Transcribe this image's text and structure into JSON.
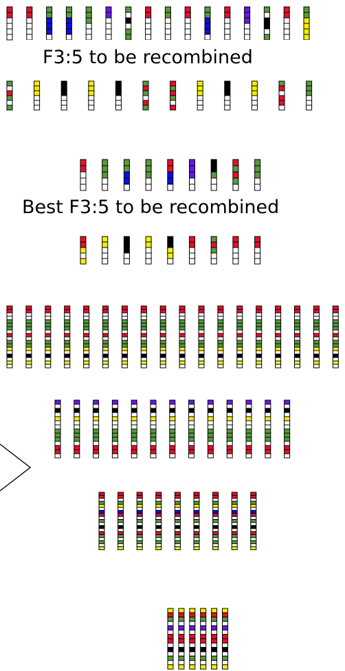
{
  "labels": {
    "f35": "F3:5 to be recombined",
    "best_f35": "Best F3:5 to be recombined"
  },
  "colors": {
    "red": "#e8102a",
    "green": "#5a9a3c",
    "blue": "#0a10e0",
    "yellow": "#f5ee00",
    "purple": "#6a18e8",
    "black": "#000000",
    "white": "#ffffff",
    "outline": "#000000"
  },
  "color_keys": {
    "R": "red",
    "G": "green",
    "B": "blue",
    "Y": "yellow",
    "P": "purple",
    "K": "black",
    "W": "white"
  },
  "groups": [
    {
      "name": "f35-top",
      "chromosomes": [
        [
          "RRWWWW",
          "RRWWWW",
          "GGBBBW",
          "GGBBBW",
          "GGGWWW",
          "PPWWWW",
          "GWKWGG",
          "RRWWWW",
          "GGWWWW",
          "RRWWWW",
          "GGBBBW",
          "RRWWWW",
          "PPPWWW",
          "GWKKWG",
          "RRWWWW",
          "GGYYYY"
        ]
      ]
    },
    {
      "name": "f35-bottom",
      "chromosomes": [
        [
          "GWRGWG",
          "YYYWWW",
          "KKKWWW",
          "YYYWWW",
          "KKKWWW",
          "GRGWRG",
          "RGRGWR",
          "YYYWWW",
          "KKKWWW",
          "YYYWWW",
          "GRWRRW",
          "GGGWWW"
        ]
      ]
    },
    {
      "name": "best-top",
      "chromosomes": [
        [
          "RRWWW",
          "GGGWW",
          "GGBBW",
          "GGGWW",
          "RRBBW",
          "PPPWW",
          "KKGWW",
          "RGRGW",
          "GGGWW"
        ]
      ]
    },
    {
      "name": "best-bottom",
      "chromosomes": [
        [
          "RRYWY",
          "YYWWW",
          "KKKWW",
          "YYWWW",
          "KKYYW",
          "RRWWW",
          "GRGWW",
          "RRWWW",
          "RRWWW"
        ]
      ]
    },
    {
      "name": "row-1",
      "chromosomes": [
        [
          "RRWWGGGWRWGGYWKWYW"
        ]
      ]
    },
    {
      "name": "row-2",
      "chromosomes": [
        [
          "PWKWYWWGGGWRRW"
        ]
      ]
    },
    {
      "name": "row-3",
      "chromosomes": [
        [
          "RRWGYWBRWGWKWRGWGWY"
        ]
      ]
    },
    {
      "name": "row-4",
      "chromosomes": [
        [
          "YRGWPWRRWKWGWY"
        ]
      ]
    }
  ]
}
